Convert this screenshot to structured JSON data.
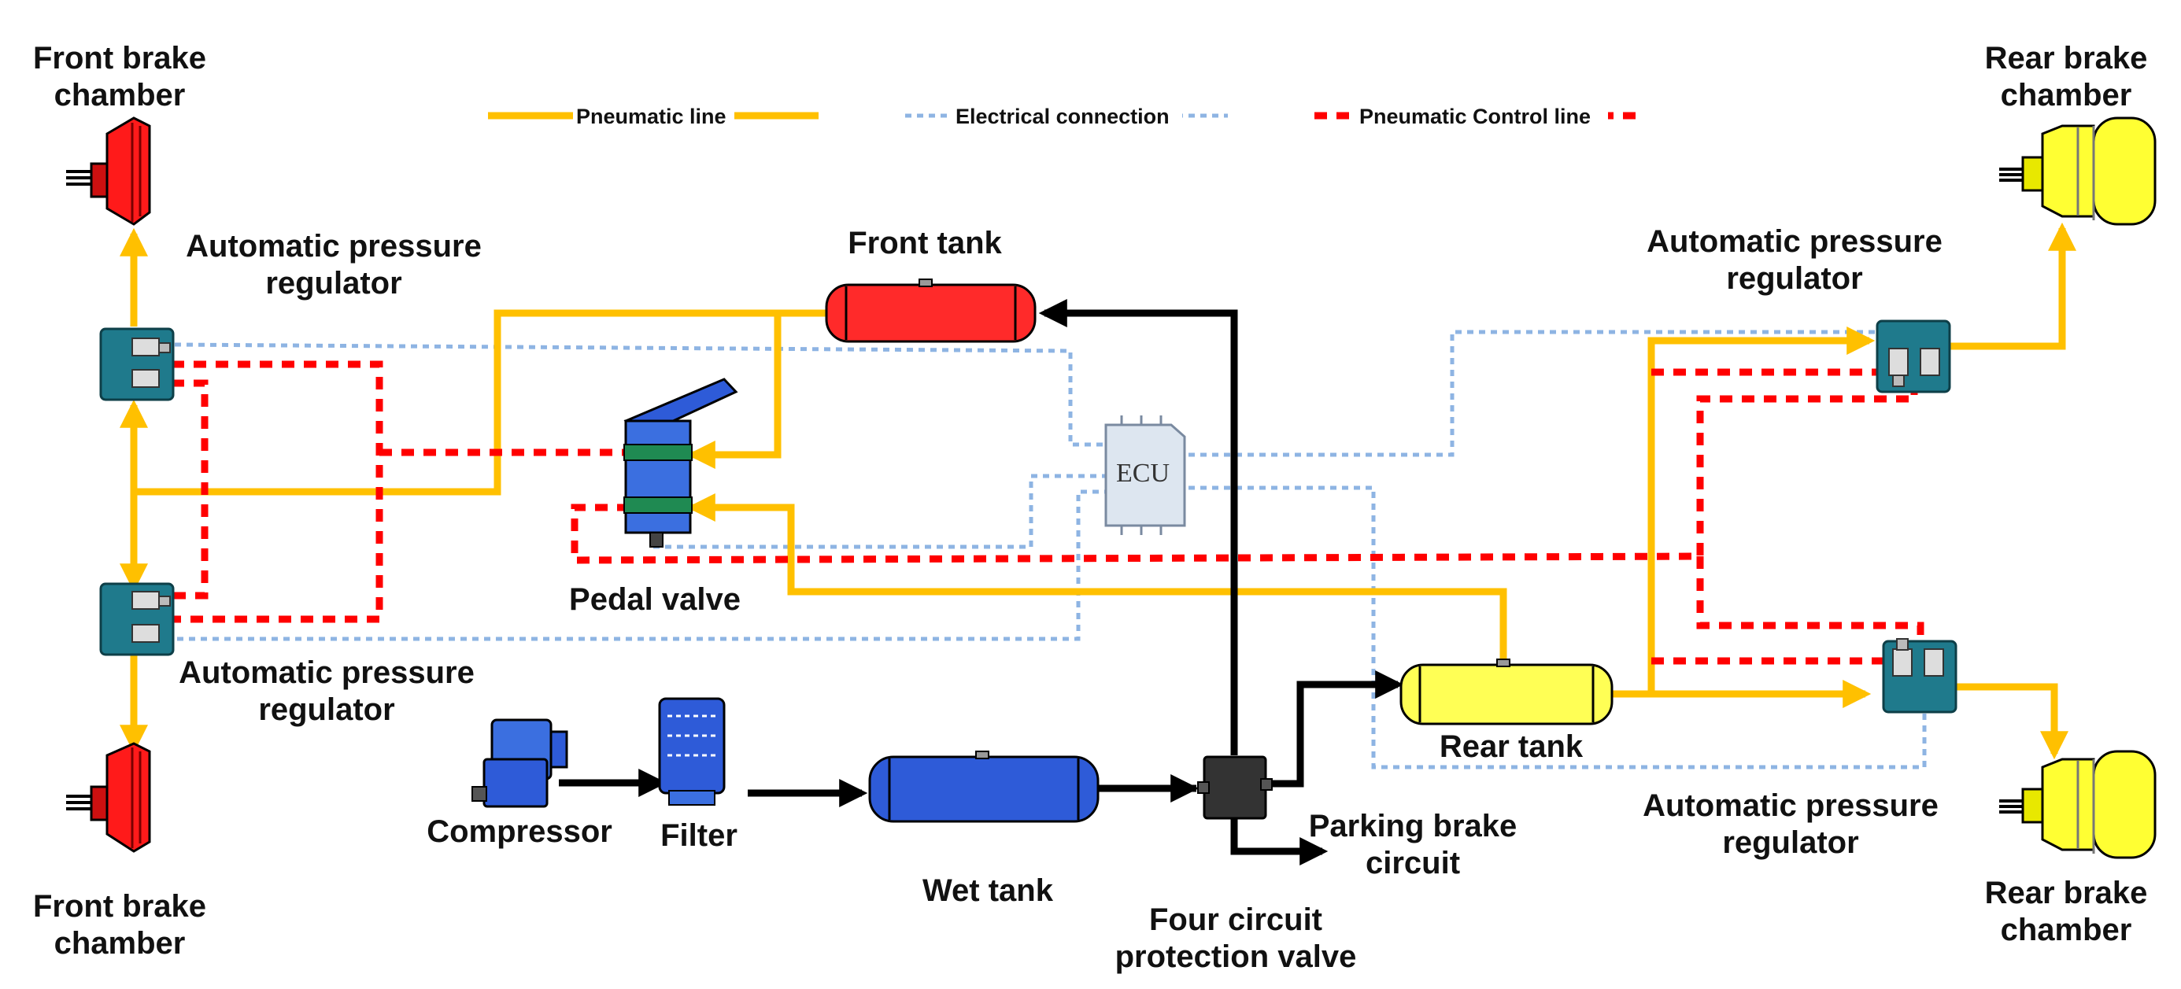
{
  "legend": {
    "pneumatic_line": "Pneumatic line",
    "electrical_connection": "Electrical connection",
    "pneumatic_control_line": "Pneumatic Control line"
  },
  "colors": {
    "pneumatic_line": "#FFC000",
    "electrical_connection": "#8EB4E3",
    "pneumatic_control_line": "#FF0000",
    "front_tank": "#FF2A2A",
    "rear_tank": "#FFFF55",
    "wet_tank": "#2E5BD8",
    "regulator": "#1F7A8C",
    "valve_block": "#333333"
  },
  "labels": {
    "front_brake_chamber_top": [
      "Front brake",
      "chamber"
    ],
    "front_brake_chamber_bottom": [
      "Front brake",
      "chamber"
    ],
    "rear_brake_chamber_top": [
      "Rear brake",
      "chamber"
    ],
    "rear_brake_chamber_bottom": [
      "Rear brake",
      "chamber"
    ],
    "apr_front_top": [
      "Automatic pressure",
      "regulator"
    ],
    "apr_front_bottom": [
      "Automatic pressure",
      "regulator"
    ],
    "apr_rear_top": [
      "Automatic pressure",
      "regulator"
    ],
    "apr_rear_bottom": [
      "Automatic pressure",
      "regulator"
    ],
    "front_tank": "Front tank",
    "rear_tank": "Rear tank",
    "wet_tank": "Wet tank",
    "pedal_valve": "Pedal valve",
    "compressor": "Compressor",
    "filter": "Filter",
    "ecu": "ECU",
    "four_circuit_valve": [
      "Four circuit",
      "protection valve"
    ],
    "parking_brake": [
      "Parking brake",
      "circuit"
    ]
  }
}
